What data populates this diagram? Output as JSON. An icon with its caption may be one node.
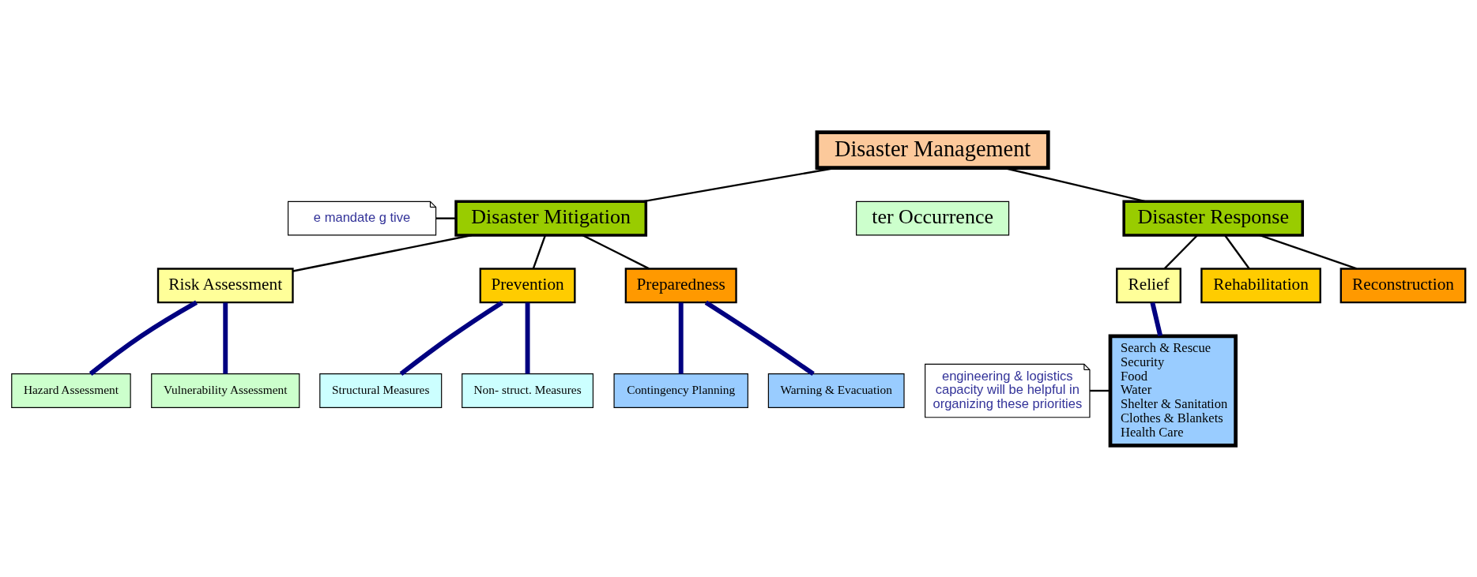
{
  "diagram": {
    "nodes": [
      {
        "text": [
          "e mandate g tive"
        ]
      },
      {
        "text": [
          "Disaster Management"
        ]
      },
      {
        "text": [
          "Disaster Mitigation"
        ]
      },
      {
        "text": [
          "ter Occurrence"
        ]
      },
      {
        "text": [
          "Disaster Response"
        ]
      },
      {
        "text": [
          "Risk Assessment"
        ]
      },
      {
        "text": [
          "Prevention"
        ]
      },
      {
        "text": [
          "Preparedness"
        ]
      },
      {
        "text": [
          "Relief"
        ]
      },
      {
        "text": [
          "Rehabilitation"
        ]
      },
      {
        "text": [
          "Reconstruction"
        ]
      },
      {
        "text": [
          "Hazard Assessment"
        ]
      },
      {
        "text": [
          "Vulnerability Assessment"
        ]
      },
      {
        "text": [
          "Structural Measures"
        ]
      },
      {
        "text": [
          "Non- struct. Measures"
        ]
      },
      {
        "text": [
          "Contingency Planning"
        ]
      },
      {
        "text": [
          "Warning & Evacuation"
        ]
      },
      {
        "text": [
          "Search & Rescue",
          "Security",
          "Food",
          "Water",
          "Shelter & Sanitation",
          "Clothes & Blankets",
          "Health Care"
        ]
      },
      {
        "text": [
          "engineering & logistics capacity will be helpful in organizing these priorities"
        ]
      }
    ],
    "edges": [
      {
        "from": 1,
        "to": 2,
        "arrow": "none"
      },
      {
        "from": 1,
        "to": 4,
        "arrow": "none"
      },
      {
        "from": 0,
        "to": 2,
        "arrow": "none"
      },
      {
        "from": 2,
        "to": 5,
        "arrow": "none"
      },
      {
        "from": 2,
        "to": 6,
        "arrow": "none"
      },
      {
        "from": 2,
        "to": 7,
        "arrow": "none"
      },
      {
        "from": 4,
        "to": 8,
        "arrow": "none"
      },
      {
        "from": 4,
        "to": 9,
        "arrow": "none"
      },
      {
        "from": 4,
        "to": 10,
        "arrow": "none"
      },
      {
        "from": 5,
        "to": 11,
        "arrow": "none",
        "style": "thick",
        "color": "#000080"
      },
      {
        "from": 5,
        "to": 12,
        "arrow": "none",
        "style": "thick",
        "color": "#000080"
      },
      {
        "from": 6,
        "to": 13,
        "arrow": "none",
        "style": "thick",
        "color": "#000080"
      },
      {
        "from": 6,
        "to": 14,
        "arrow": "none",
        "style": "thick",
        "color": "#000080"
      },
      {
        "from": 7,
        "to": 15,
        "arrow": "none",
        "style": "thick",
        "color": "#000080"
      },
      {
        "from": 7,
        "to": 16,
        "arrow": "none",
        "style": "thick",
        "color": "#000080"
      },
      {
        "from": 8,
        "to": 17,
        "arrow": "none",
        "style": "thick",
        "color": "#000080"
      },
      {
        "from": 18,
        "to": 17,
        "arrow": "none"
      }
    ]
  }
}
